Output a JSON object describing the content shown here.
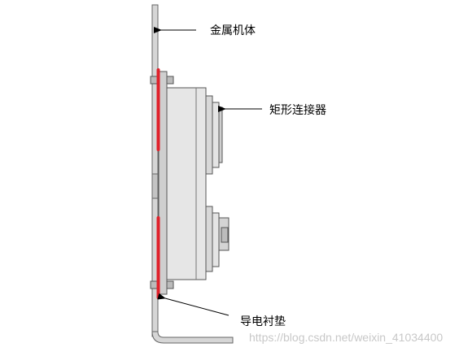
{
  "labels": {
    "metal_chassis": "金属机体",
    "rect_connector": "矩形连接器",
    "conductive_gasket": "导电衬垫"
  },
  "watermark": "https://blog.csdn.net/weixin_41034400",
  "colors": {
    "gasket": "#e0202a",
    "panel": "#9a9a9a",
    "body": "#e6e6e6",
    "outline": "#555555",
    "leader": "#000000"
  }
}
